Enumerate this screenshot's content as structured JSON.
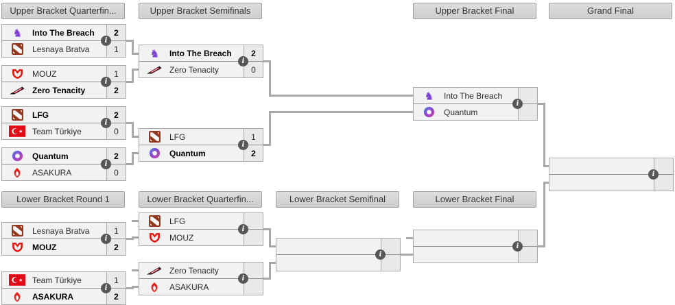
{
  "page_title": "Double Elimination Bracket",
  "headers": {
    "ub_quarterfinals": "Upper Bracket Quarterfin...",
    "ub_semifinals": "Upper Bracket Semifinals",
    "ub_final": "Upper Bracket Final",
    "grand_final": "Grand Final",
    "lb_round1": "Lower Bracket Round 1",
    "lb_quarterfinals": "Lower Bracket Quarterfin...",
    "lb_semifinal": "Lower Bracket Semifinal",
    "lb_final": "Lower Bracket Final"
  },
  "icons": {
    "info": "i"
  },
  "colors": {
    "header_bg": "#d6d6d6",
    "box_bg": "#f2f2f2",
    "score_bg": "#e9e9e9",
    "border": "#aaaaaa",
    "connector": "#a8a8a8",
    "info_icon_bg": "#575757",
    "itb_purple": "#7c3ed2",
    "dota_red": "#93381d",
    "mouz_red": "#e8120b",
    "turkiye_red": "#e30a17",
    "asakura_red": "#e8211b",
    "zero_tenacity_red": "#e61e3c"
  },
  "matches": {
    "ub_qf1": {
      "top": {
        "team": "Into The Breach",
        "icon": "into-the-breach",
        "score": "2",
        "winner": true
      },
      "bottom": {
        "team": "Lesnaya Bratva",
        "icon": "dota-generic",
        "score": "1",
        "winner": false
      }
    },
    "ub_qf2": {
      "top": {
        "team": "MOUZ",
        "icon": "mouz",
        "score": "1",
        "winner": false
      },
      "bottom": {
        "team": "Zero Tenacity",
        "icon": "zero-tenacity",
        "score": "2",
        "winner": true
      }
    },
    "ub_qf3": {
      "top": {
        "team": "LFG",
        "icon": "dota-generic",
        "score": "2",
        "winner": true
      },
      "bottom": {
        "team": "Team Türkiye",
        "icon": "team-turkiye",
        "score": "0",
        "winner": false
      }
    },
    "ub_qf4": {
      "top": {
        "team": "Quantum",
        "icon": "quantum",
        "score": "2",
        "winner": true
      },
      "bottom": {
        "team": "ASAKURA",
        "icon": "asakura",
        "score": "0",
        "winner": false
      }
    },
    "ub_sf1": {
      "top": {
        "team": "Into The Breach",
        "icon": "into-the-breach",
        "score": "2",
        "winner": true
      },
      "bottom": {
        "team": "Zero Tenacity",
        "icon": "zero-tenacity",
        "score": "0",
        "winner": false
      }
    },
    "ub_sf2": {
      "top": {
        "team": "LFG",
        "icon": "dota-generic",
        "score": "1",
        "winner": false
      },
      "bottom": {
        "team": "Quantum",
        "icon": "quantum",
        "score": "2",
        "winner": true
      }
    },
    "ub_final": {
      "top": {
        "team": "Into The Breach",
        "icon": "into-the-breach",
        "score": "",
        "winner": false
      },
      "bottom": {
        "team": "Quantum",
        "icon": "quantum",
        "score": "",
        "winner": false
      }
    },
    "grand_final": {
      "top": {
        "team": "",
        "icon": "",
        "score": "",
        "winner": false
      },
      "bottom": {
        "team": "",
        "icon": "",
        "score": "",
        "winner": false
      }
    },
    "lb_r1_m1": {
      "top": {
        "team": "Lesnaya Bratva",
        "icon": "dota-generic",
        "score": "1",
        "winner": false
      },
      "bottom": {
        "team": "MOUZ",
        "icon": "mouz",
        "score": "2",
        "winner": true
      }
    },
    "lb_r1_m2": {
      "top": {
        "team": "Team Türkiye",
        "icon": "team-turkiye",
        "score": "1",
        "winner": false
      },
      "bottom": {
        "team": "ASAKURA",
        "icon": "asakura",
        "score": "2",
        "winner": true
      }
    },
    "lb_qf1": {
      "top": {
        "team": "LFG",
        "icon": "dota-generic",
        "score": "",
        "winner": false
      },
      "bottom": {
        "team": "MOUZ",
        "icon": "mouz",
        "score": "",
        "winner": false
      }
    },
    "lb_qf2": {
      "top": {
        "team": "Zero Tenacity",
        "icon": "zero-tenacity",
        "score": "",
        "winner": false
      },
      "bottom": {
        "team": "ASAKURA",
        "icon": "asakura",
        "score": "",
        "winner": false
      }
    },
    "lb_sf": {
      "top": {
        "team": "",
        "icon": "",
        "score": "",
        "winner": false
      },
      "bottom": {
        "team": "",
        "icon": "",
        "score": "",
        "winner": false
      }
    },
    "lb_final": {
      "top": {
        "team": "",
        "icon": "",
        "score": "",
        "winner": false
      },
      "bottom": {
        "team": "",
        "icon": "",
        "score": "",
        "winner": false
      }
    }
  }
}
